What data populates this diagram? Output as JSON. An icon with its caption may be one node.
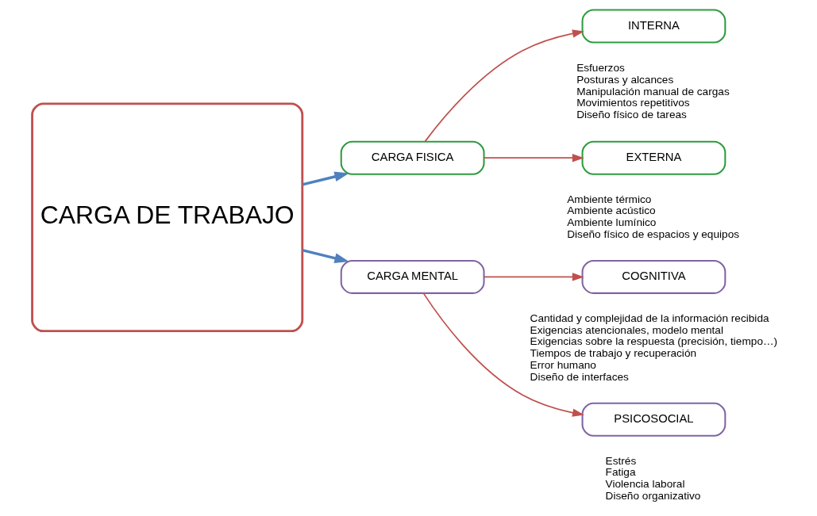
{
  "diagram": {
    "nodes": [
      {
        "text": [
          "CARGA DE TRABAJO"
        ]
      },
      {
        "text": [
          "CARGA FISICA"
        ]
      },
      {
        "text": [
          "CARGA MENTAL"
        ]
      },
      {
        "text": [
          "INTERNA"
        ],
        "beside": [
          "Esfuerzos",
          "Posturas y alcances",
          "Manipulación manual de cargas",
          "Movimientos repetitivos",
          "Diseño físico de tareas"
        ]
      },
      {
        "text": [
          "EXTERNA"
        ],
        "beside": [
          "Ambiente térmico",
          "Ambiente acústico",
          "Ambiente lumínico",
          "Diseño físico de espacios y equipos"
        ]
      },
      {
        "text": [
          "COGNITIVA"
        ],
        "beside": [
          "Cantidad y complejidad de la información recibida",
          "Exigencias atencionales, modelo mental",
          "Exigencias sobre la respuesta (precisión, tiempo…)",
          "Tiempos de trabajo y recuperación",
          "Error humano",
          "Diseño de interfaces"
        ]
      },
      {
        "text": [
          "PSICOSOCIAL"
        ],
        "beside": [
          "Estrés",
          "Fatiga",
          "Violencia laboral",
          "Diseño organizativo"
        ]
      }
    ],
    "edges": [
      {
        "from": 0,
        "to": 1,
        "arrow": "to",
        "style": "thick",
        "color": "#4f81bd"
      },
      {
        "from": 0,
        "to": 2,
        "arrow": "to",
        "style": "thick",
        "color": "#4f81bd"
      },
      {
        "from": 1,
        "to": 3,
        "arrow": "to"
      },
      {
        "from": 1,
        "to": 4,
        "arrow": "to"
      },
      {
        "from": 2,
        "to": 5,
        "arrow": "to"
      },
      {
        "from": 2,
        "to": 6,
        "arrow": "to"
      }
    ]
  }
}
